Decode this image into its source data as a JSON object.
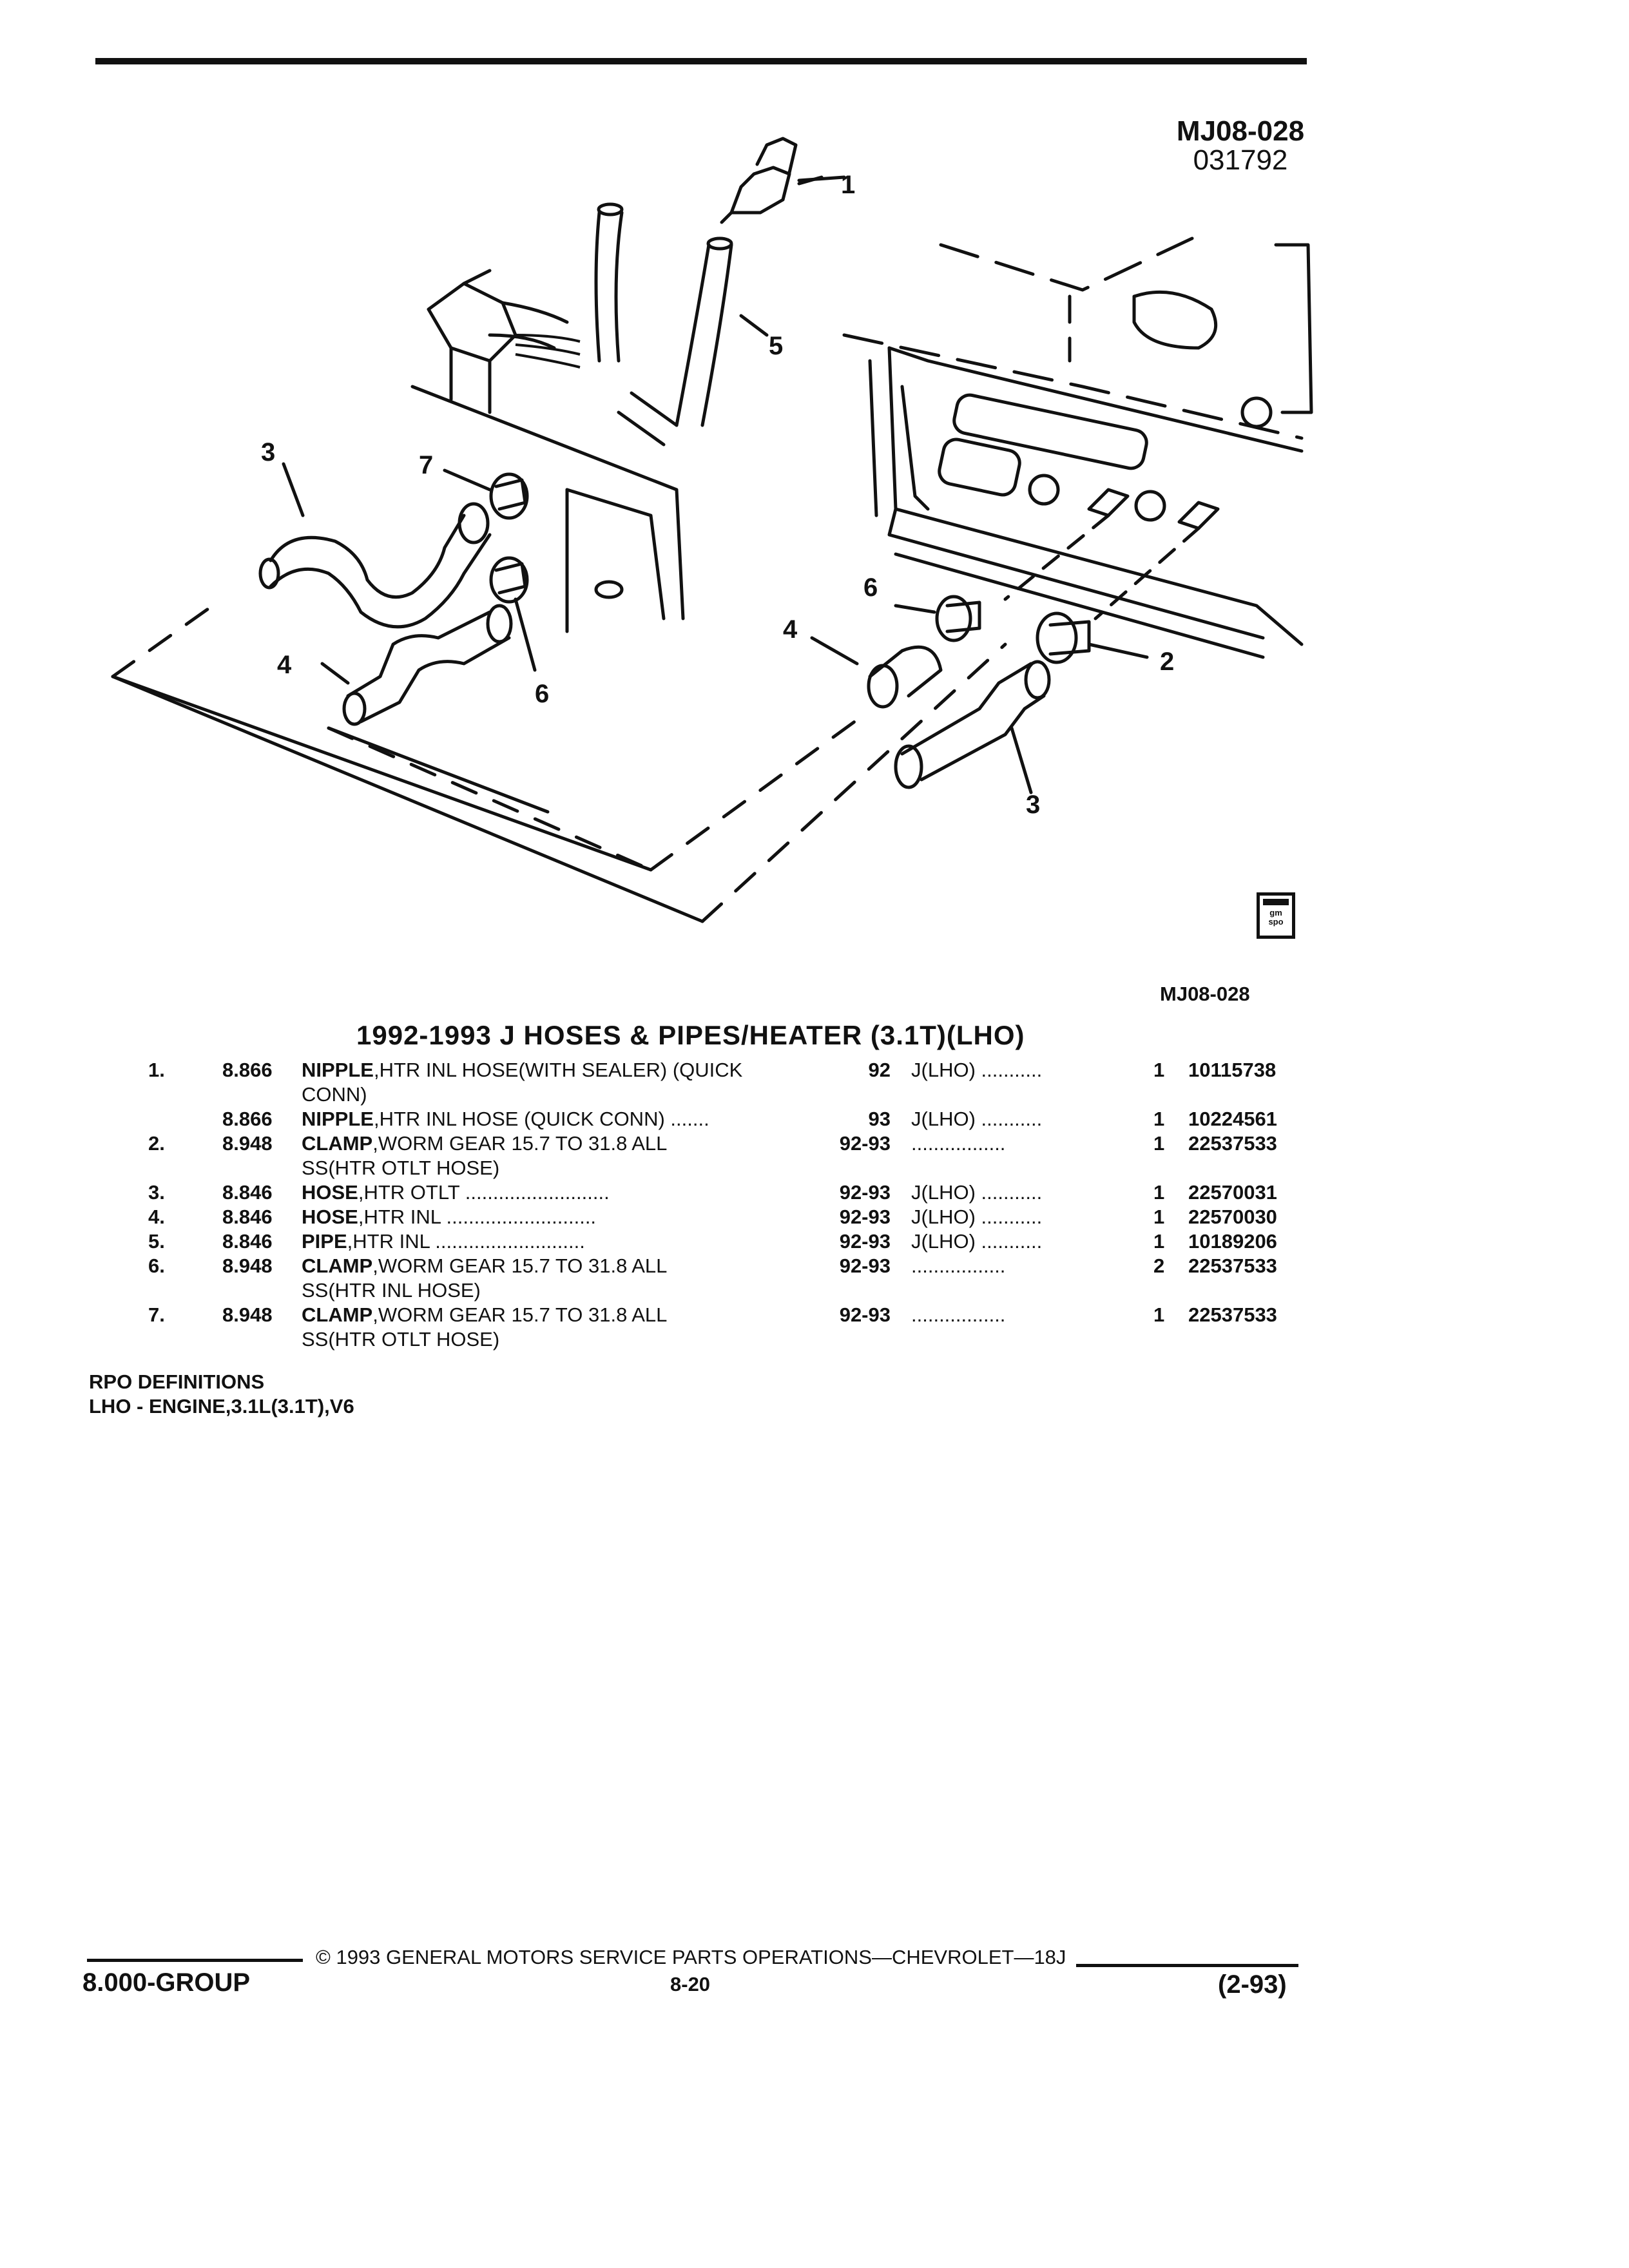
{
  "figure": {
    "code": "MJ08-028",
    "date": "031792",
    "caption_code": "MJ08-028",
    "callouts": [
      "1",
      "2",
      "3",
      "4",
      "5",
      "6",
      "7"
    ],
    "badge_icon": "gm-spo-logo-icon",
    "badge_text": "gm spo"
  },
  "title": "1992-1993 J HOSES & PIPES/HEATER (3.1T)(LHO)",
  "parts": [
    {
      "item": "1.",
      "catalog": "8.866",
      "name": "NIPPLE",
      "desc": ",HTR INL HOSE(WITH SEALER) (QUICK",
      "desc2": "CONN)",
      "years": "92",
      "model": "J(LHO) ...........",
      "qty": "1",
      "part_no": "10115738"
    },
    {
      "item": "",
      "catalog": "8.866",
      "name": "NIPPLE",
      "desc": ",HTR INL HOSE (QUICK CONN) .......",
      "desc2": "",
      "years": "93",
      "model": "J(LHO) ...........",
      "qty": "1",
      "part_no": "10224561"
    },
    {
      "item": "2.",
      "catalog": "8.948",
      "name": "CLAMP",
      "desc": ",WORM GEAR 15.7 TO 31.8 ALL",
      "desc2": "SS(HTR OTLT HOSE)",
      "years": "92-93",
      "model": ".................",
      "qty": "1",
      "part_no": "22537533"
    },
    {
      "item": "3.",
      "catalog": "8.846",
      "name": "HOSE",
      "desc": ",HTR OTLT ..........................",
      "desc2": "",
      "years": "92-93",
      "model": "J(LHO) ...........",
      "qty": "1",
      "part_no": "22570031"
    },
    {
      "item": "4.",
      "catalog": "8.846",
      "name": "HOSE",
      "desc": ",HTR INL ...........................",
      "desc2": "",
      "years": "92-93",
      "model": "J(LHO) ...........",
      "qty": "1",
      "part_no": "22570030"
    },
    {
      "item": "5.",
      "catalog": "8.846",
      "name": "PIPE",
      "desc": ",HTR INL ...........................",
      "desc2": "",
      "years": "92-93",
      "model": "J(LHO) ...........",
      "qty": "1",
      "part_no": "10189206"
    },
    {
      "item": "6.",
      "catalog": "8.948",
      "name": "CLAMP",
      "desc": ",WORM GEAR 15.7 TO 31.8 ALL",
      "desc2": "SS(HTR INL HOSE)",
      "years": "92-93",
      "model": ".................",
      "qty": "2",
      "part_no": "22537533"
    },
    {
      "item": "7.",
      "catalog": "8.948",
      "name": "CLAMP",
      "desc": ",WORM GEAR 15.7 TO 31.8 ALL",
      "desc2": "SS(HTR OTLT HOSE)",
      "years": "92-93",
      "model": ".................",
      "qty": "1",
      "part_no": "22537533"
    }
  ],
  "rpo": {
    "heading": "RPO DEFINITIONS",
    "definition": "LHO - ENGINE,3.1L(3.1T),V6"
  },
  "footer": {
    "copyright": "© 1993 GENERAL MOTORS SERVICE PARTS OPERATIONS—CHEVROLET—18J",
    "group": "8.000-GROUP",
    "page": "8-20",
    "revision": "(2-93)"
  }
}
